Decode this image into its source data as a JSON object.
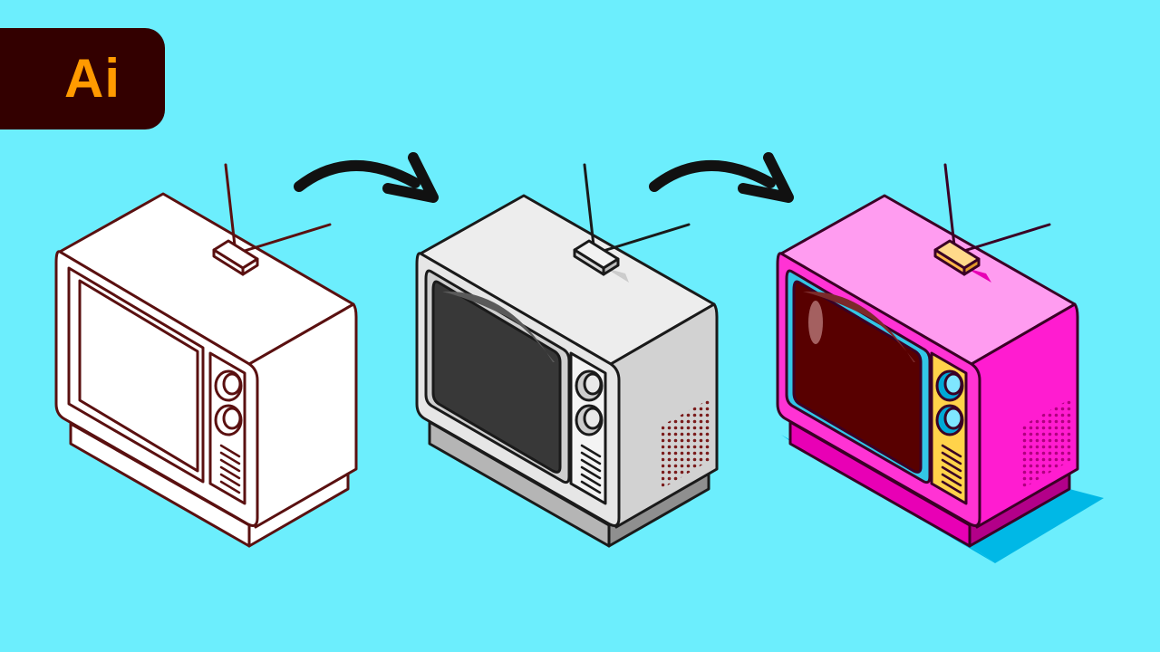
{
  "badge": {
    "text": "Ai"
  },
  "colors": {
    "background": "#6ceefd",
    "badge_bg": "#330000",
    "badge_text": "#ff9a00",
    "outline": "#5a1010",
    "grey_body": "#d4d4d4",
    "pink_body": "#ff1cd0",
    "pink_top": "#ff9cf0",
    "screen_dark": "#580000",
    "knob_panel": "#ffd34a",
    "shadow": "#00b8e6"
  },
  "icons": [
    "arrow-icon",
    "retro-tv-icon"
  ],
  "stages": [
    "outline-stage",
    "grey-stage",
    "color-stage"
  ]
}
